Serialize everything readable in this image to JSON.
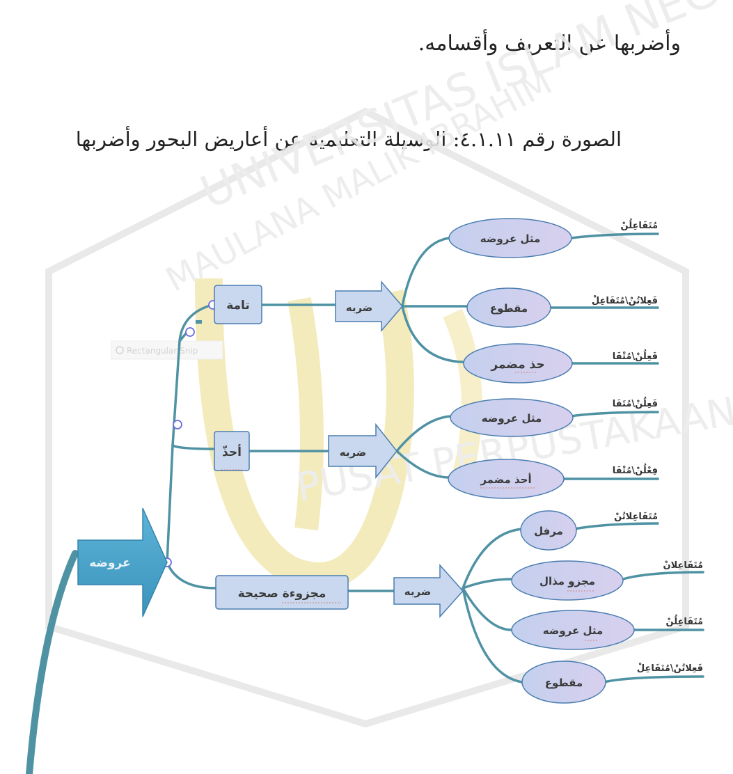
{
  "text": {
    "line1": "وأضربها عن التعريف وأقسامه.",
    "line2": "الصورة رقم ٤.١.١١: الوسيلة التعليمية عن أعاريض البحور وأضربها"
  },
  "watermark": {
    "top_arc": "UNIVERSITAS ISLAM NEGERI",
    "inner_arc": "MAULANA MALIK IBRAHIM",
    "bottom_arc": "PUSAT PERPUSTAKAAN",
    "snip_label": "Rectangular Snip"
  },
  "diagram": {
    "root": "عروضه",
    "level1": [
      "تامة",
      "أحذّ",
      "مجزوءة صحيحة"
    ],
    "darb": [
      "ضربه",
      "ضربه",
      "ضربه"
    ],
    "group1": [
      {
        "label": "مثل عروضه",
        "ann": "مُتَفَاعِلُنْ"
      },
      {
        "label": "مقطوع",
        "ann": "فَعِلاتُنْ\\مُتَفَاعِلْ"
      },
      {
        "label": "حذ مضمر",
        "ann": "فَعِلُنْ\\مُتْفَا"
      }
    ],
    "group2": [
      {
        "label": "مثل عروضه",
        "ann": "فَعِلُنْ\\مُتَفَا"
      },
      {
        "label": "أحذ مضمر",
        "ann": "فِعْلُنْ\\مُتْفَا"
      }
    ],
    "group3": [
      {
        "label": "مرفل",
        "ann": "مُتَفَاعِلاتُنْ"
      },
      {
        "label": "مجزو مذال",
        "ann": "مُتَفَاعِلانْ"
      },
      {
        "label": "مثل عروضه",
        "ann": "مُتَفَاعِلُنْ"
      },
      {
        "label": "مقطوع",
        "ann": "فَعِلاتُنْ\\مُتَفَاعِلْ"
      }
    ]
  },
  "colors": {
    "line": "#4f92a3",
    "box_fill": "#c9d8ee",
    "box_stroke": "#4a7db0",
    "root_fill": "#4aa3c8",
    "ellipse_fill": "#c6d3ee",
    "watermark_green": "#cfe3cf",
    "watermark_yellow": "#f3e7a8"
  }
}
